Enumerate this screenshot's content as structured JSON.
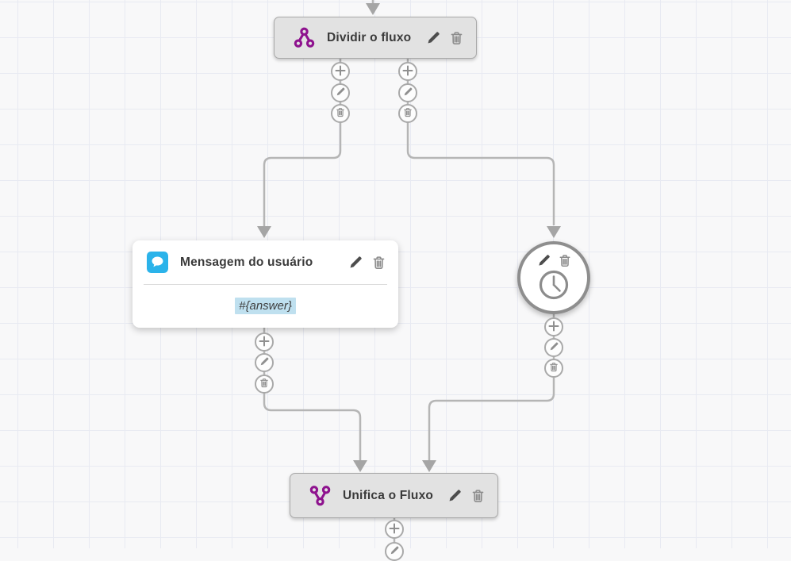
{
  "app": {
    "name": "chatbot flow builder canvas"
  },
  "colors": {
    "canvas_bg": "#f8f8f9",
    "grid_line": "#e8eaf2",
    "node_gray_bg": "#e2e2e2",
    "node_border": "#a9a9a9",
    "connector": "#b5b5b5",
    "arrowhead": "#a5a5a5",
    "accent_purple": "#8e128e",
    "accent_blue": "#2bb3ea",
    "highlight_blue": "#bfe0ef",
    "icon_dark": "#4d4d4d",
    "icon_gray": "#8c8c8c"
  },
  "nodes": {
    "split": {
      "label": "Dividir o fluxo",
      "icon": "split-flow-icon",
      "actions": [
        "edit",
        "delete"
      ]
    },
    "user_message": {
      "label": "Mensagem do usuário",
      "icon": "chat-bubble-icon",
      "body": "#{answer}",
      "actions": [
        "edit",
        "delete"
      ]
    },
    "timer": {
      "icon": "clock-icon",
      "actions": [
        "edit",
        "delete"
      ]
    },
    "merge": {
      "label": "Unifica o Fluxo",
      "icon": "merge-flow-icon",
      "actions": [
        "edit",
        "delete"
      ]
    }
  },
  "connector_buttons": {
    "add": "plus-icon",
    "edit": "pencil-icon",
    "delete": "trash-icon"
  }
}
